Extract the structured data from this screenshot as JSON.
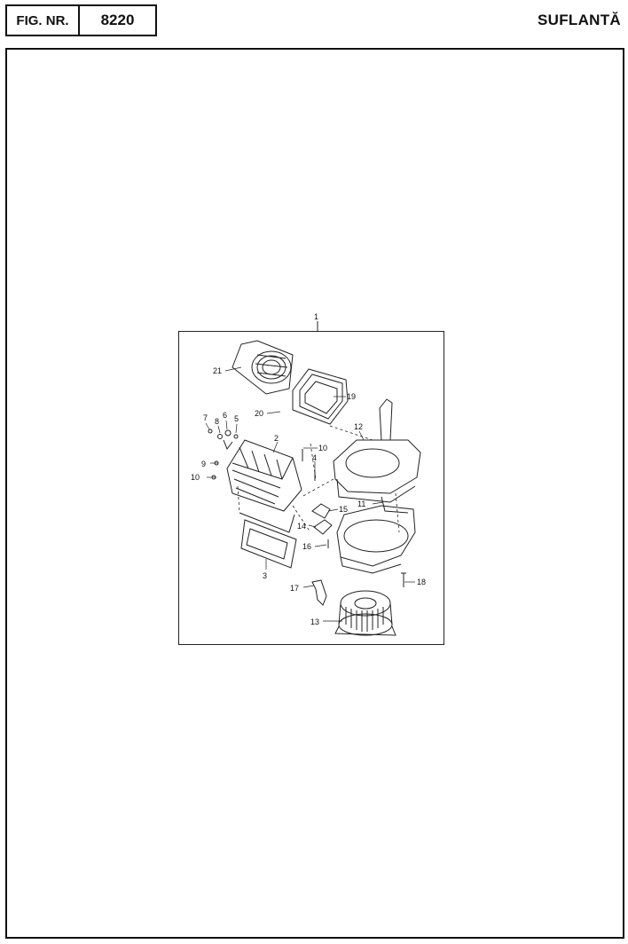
{
  "header": {
    "fig_label": "FIG. NR.",
    "fig_number": "8220",
    "title": "SUFLANTĂ"
  },
  "diagram": {
    "callouts": {
      "c1": "1",
      "c2": "2",
      "c3": "3",
      "c4": "4",
      "c5": "5",
      "c6": "6",
      "c7": "7",
      "c8": "8",
      "c9": "9",
      "c10a": "10",
      "c10b": "10",
      "c11": "11",
      "c12": "12",
      "c13": "13",
      "c14": "14",
      "c15": "15",
      "c16": "16",
      "c17": "17",
      "c18": "18",
      "c19": "19",
      "c20": "20",
      "c21": "21"
    }
  }
}
